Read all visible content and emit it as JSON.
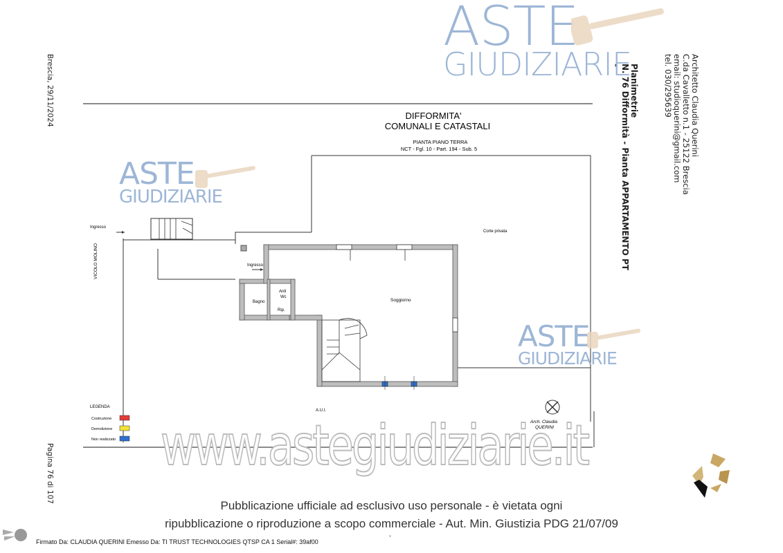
{
  "header_left": {
    "date": "Brescia, 29/11/2024",
    "page": "Pagina 76 di 107"
  },
  "author_block": {
    "line1": "Architetto Claudia Querini",
    "line2": "C.da Cavalletto n.1 - 25122 Brescia",
    "line3": "email: studioquerini@gmail.com",
    "line4": "tel. 030/295639"
  },
  "doc_title": {
    "line1": "Planimetrie",
    "line2": "N. 76  Difformità - Pianta APPARTAMENTO PT",
    "line3": "-"
  },
  "watermark": {
    "aste": "ASTE",
    "giudiziarie": "GIUDIZIARIE",
    "site": "www.astegiudiziarie.it"
  },
  "plan": {
    "title1": "DIFFORMITA'",
    "title2": "COMUNALI E CATASTALI",
    "subtitle1": "PIANTA PIANO TERRA",
    "subtitle2": "NCT - Fgl. 10 - Part. 194 - Sub. 5",
    "street": "VICOLO MOLINO",
    "ingresso_top": "Ingresso",
    "ingresso_mid": "Ingresso",
    "corte": "Corte privata",
    "soggiorno": "Soggiorno",
    "bagno": "Bagno",
    "antiwc": "Anti\nWc",
    "rip": "Rip.",
    "aui": "A.U.I.",
    "legend_title": "LEGENDA",
    "legend": [
      {
        "label": "Costruzione",
        "color": "#e23a3a"
      },
      {
        "label": "Demolizione",
        "color": "#f2e23a"
      },
      {
        "label": "Non realizzato",
        "color": "#2f6fd0"
      }
    ],
    "stamp_name1": "Arch. Claudia",
    "stamp_name2": "QUERINI"
  },
  "notice": {
    "line1": "Pubblicazione ufficiale ad esclusivo uso personale - è vietata ogni",
    "line2": "ripubblicazione o riproduzione a scopo commerciale - Aut. Min. Giustizia PDG 21/07/09"
  },
  "footer": {
    "signature": "Firmato Da: CLAUDIA QUERINI Emesso Da: TI TRUST TECHNOLOGIES QTSP CA 1 Serial#: 39af00",
    "dash": "-"
  }
}
